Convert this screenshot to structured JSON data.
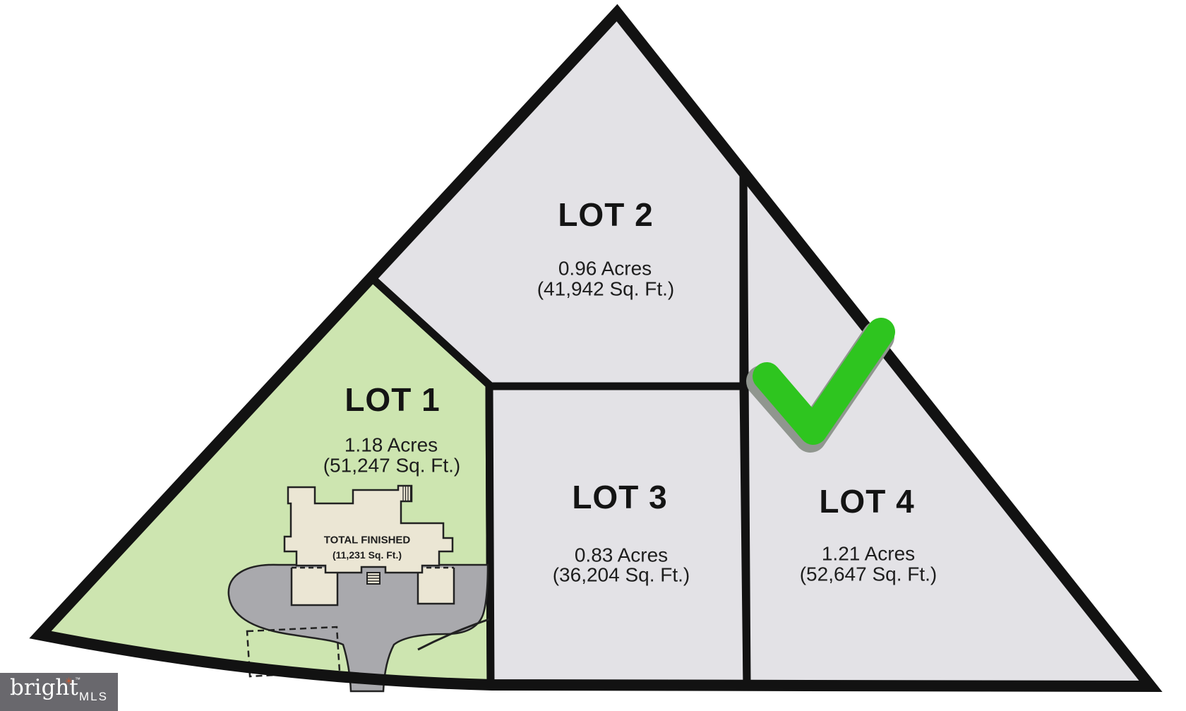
{
  "colors": {
    "lot_green": "#cde5b0",
    "lot_gray": "#e3e2e6",
    "outline": "#121212",
    "house_fill": "#ebe6d4",
    "driveway": "#a9a9ad",
    "check_green": "#2ec51f",
    "check_shadow": "#90968f",
    "logo_bg": "#69686d"
  },
  "lots": [
    {
      "name": "LOT 1",
      "acres": "1.18 Acres",
      "sqft": "(51,247 Sq. Ft.)",
      "highlighted": true
    },
    {
      "name": "LOT 2",
      "acres": "0.96 Acres",
      "sqft": "(41,942 Sq. Ft.)",
      "highlighted": false
    },
    {
      "name": "LOT 3",
      "acres": "0.83 Acres",
      "sqft": "(36,204 Sq. Ft.)",
      "highlighted": false
    },
    {
      "name": "LOT 4",
      "acres": "1.21 Acres",
      "sqft": "(52,647 Sq. Ft.)",
      "highlighted": false,
      "checked": true
    }
  ],
  "house": {
    "line1": "TOTAL FINISHED",
    "line2": "(11,231 Sq. Ft.)"
  },
  "logo": {
    "brand": "bright",
    "mark": "✳",
    "tm": "™",
    "mls": "MLS"
  }
}
